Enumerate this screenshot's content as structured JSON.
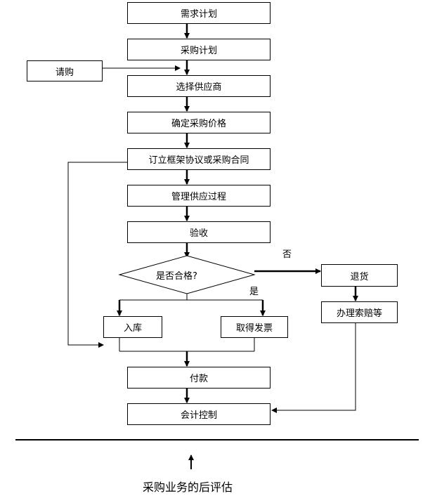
{
  "nodes": {
    "demand_plan": "需求计划",
    "purchase_plan": "采购计划",
    "requisition": "请购",
    "select_supplier": "选择供应商",
    "determine_price": "确定采购价格",
    "contract": "订立框架协议或采购合同",
    "manage_supply": "管理供应过程",
    "inspection": "验收",
    "qualified": "是否合格?",
    "warehouse": "入库",
    "invoice": "取得发票",
    "return_goods": "退货",
    "claim": "办理索赔等",
    "payment": "付款",
    "accounting": "会计控制"
  },
  "edges": {
    "no_label": "否",
    "yes_label": "是"
  },
  "footer": {
    "caption": "采购业务的后评估"
  }
}
